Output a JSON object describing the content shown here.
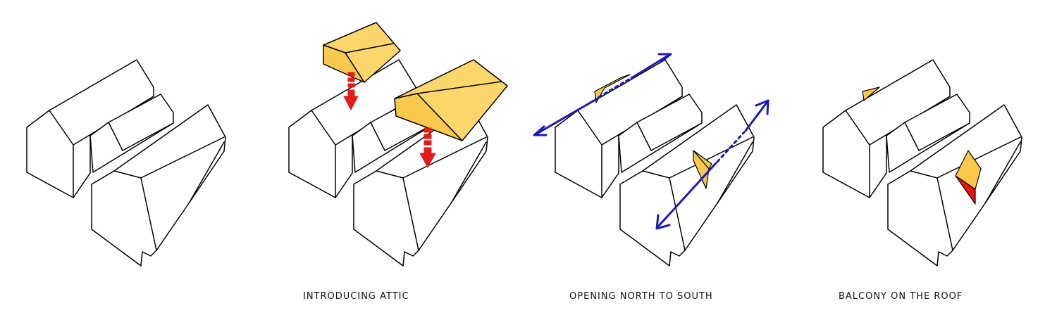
{
  "captions": {
    "step2": "INTRODUCING ATTIC",
    "step3": "OPENING NORTH TO SOUTH",
    "step4": "BALCONY ON THE ROOF"
  },
  "colors": {
    "attic_fill": "#f9c94e",
    "attic_fill_light": "#fbd66b",
    "balcony_red": "#ee1111",
    "arrow_red": "#e21b1b",
    "axis_blue": "#1a1ab8",
    "outline": "#000000"
  },
  "icons": {
    "step2_arrows": "down-arrow-icon",
    "step3_arrows": "double-headed-arrow-icon"
  }
}
